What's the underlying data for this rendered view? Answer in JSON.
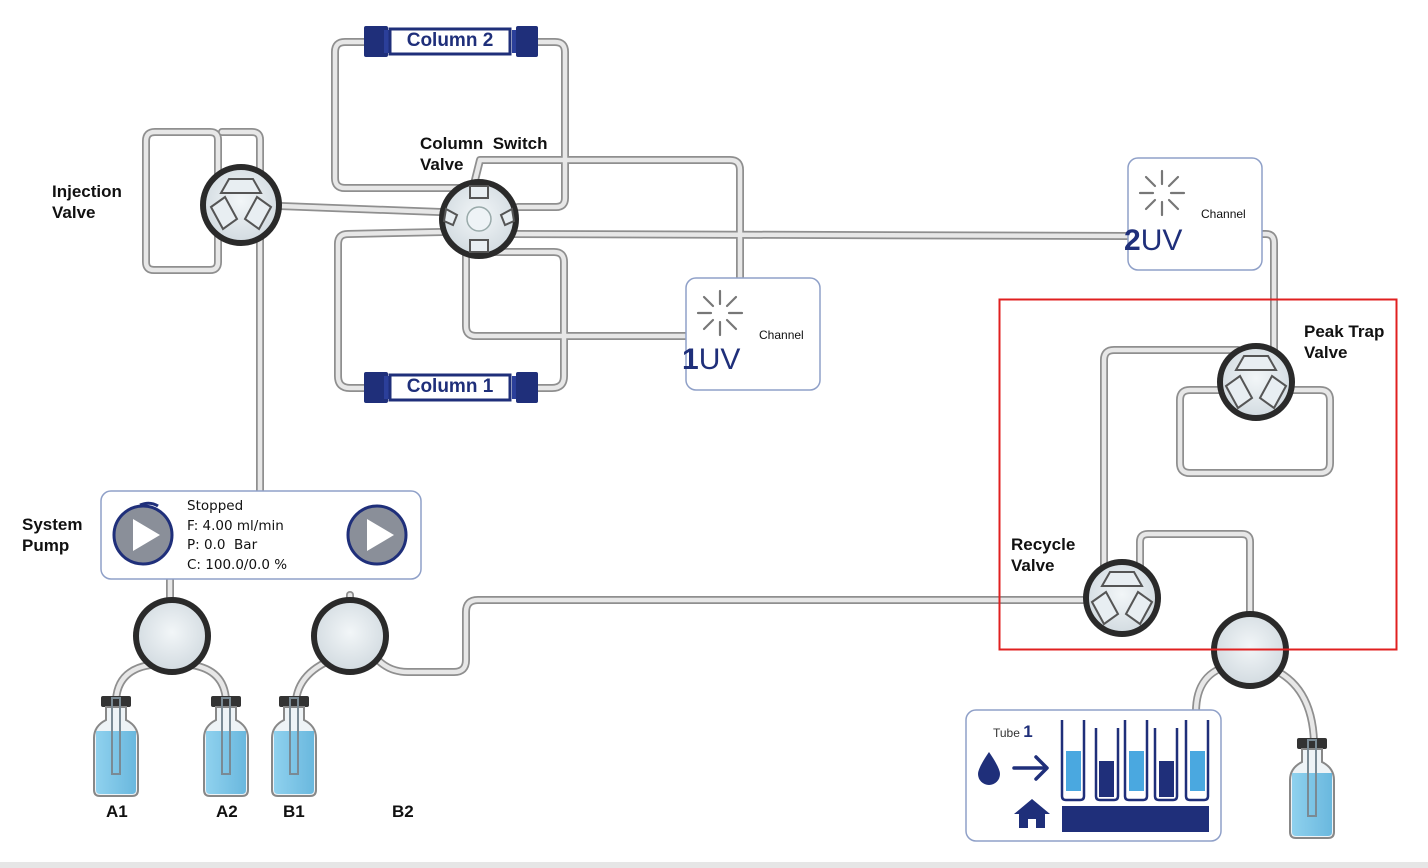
{
  "labels": {
    "injection_valve": [
      "Injection",
      "Valve"
    ],
    "column_switch_valve": [
      "Column  Switch",
      "Valve"
    ],
    "peak_trap_valve": [
      "Peak Trap",
      "Valve"
    ],
    "recycle_valve": [
      "Recycle",
      "Valve"
    ],
    "system_pump": [
      "System",
      "Pump"
    ]
  },
  "columns": {
    "column1": "Column 1",
    "column2": "Column 2"
  },
  "uv": {
    "uv1": {
      "number": "1",
      "unit": "UV",
      "channel_label": "Channel"
    },
    "uv2": {
      "number": "2",
      "unit": "UV",
      "channel_label": "Channel"
    }
  },
  "pump": {
    "status": "Stopped",
    "flow": "F: 4.00 ml/min",
    "pressure": "P: 0.0  Bar",
    "composition": "C: 100.0/0.0 %"
  },
  "bottles": {
    "a1": "A1",
    "a2": "A2",
    "b1": "B1",
    "b2": "B2"
  },
  "fraction_collector": {
    "tube_label": "Tube",
    "tube_number": "1"
  },
  "icons": {
    "play_left": "play-icon",
    "play_right": "play-icon",
    "lamp": "lamp-icon",
    "drop": "drop-icon",
    "arrow": "arrow-right-icon",
    "home": "home-icon"
  },
  "colors": {
    "accent_blue": "#1f2f7a",
    "liquid_blue": "#7fc8e8",
    "selection_red": "#e02020",
    "tubing": "#c8c8c8"
  }
}
